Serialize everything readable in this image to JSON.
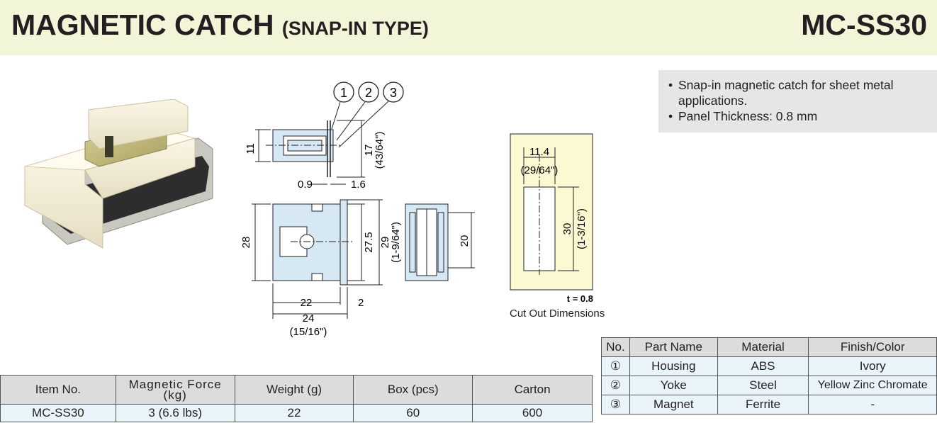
{
  "header": {
    "title_main": "MAGNETIC CATCH",
    "title_sub": "(SNAP-IN TYPE)",
    "model": "MC-SS30"
  },
  "features": [
    "Snap-in magnetic catch for sheet metal applications.",
    "Panel Thickness: 0.8 mm"
  ],
  "drawing": {
    "callouts": [
      "1",
      "2",
      "3"
    ],
    "side": {
      "h1": "11",
      "h2": "17",
      "h2_in": "(43/64\")",
      "w1": "0.9",
      "w2": "1.6"
    },
    "front": {
      "h_total": "28",
      "h_inner": "27.5",
      "h_outer": "29",
      "h_outer_in": "(1-9/64\")",
      "w_inner": "22",
      "w_gap": "2",
      "w_total": "24",
      "w_total_in": "(15/16\")"
    },
    "end": {
      "h": "20"
    },
    "cutout": {
      "w": "11.4",
      "w_in": "(29/64\")",
      "h": "30",
      "h_in": "(1-3/16\")",
      "thickness": "t = 0.8",
      "label": "Cut Out Dimensions"
    }
  },
  "spec_table": {
    "headers": [
      "Item No.",
      "Magnetic Force",
      "(kg)",
      "Weight (g)",
      "Box (pcs)",
      "Carton"
    ],
    "row": [
      "MC-SS30",
      "3 (6.6 lbs)",
      "22",
      "60",
      "600"
    ]
  },
  "parts_table": {
    "headers": [
      "No.",
      "Part Name",
      "Material",
      "Finish/Color"
    ],
    "rows": [
      [
        "①",
        "Housing",
        "ABS",
        "Ivory"
      ],
      [
        "②",
        "Yoke",
        "Steel",
        "Yellow Zinc Chromate"
      ],
      [
        "③",
        "Magnet",
        "Ferrite",
        "-"
      ]
    ]
  },
  "colors": {
    "header_bg": "#f2f5d8",
    "feature_bg": "#e6e6e6",
    "table_head": "#dcdcdc",
    "table_row": "#eaf5fb",
    "drawing_fill": "#d6e8f3",
    "cutout_fill": "#fbf8d2"
  }
}
